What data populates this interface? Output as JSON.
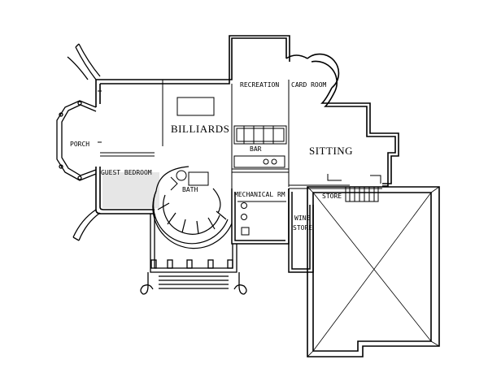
{
  "rooms": {
    "recreation": "RECREATION",
    "card_room": "CARD ROOM",
    "billiards": "BILLIARDS",
    "sitting": "SITTING",
    "bar": "BAR",
    "porch": "PORCH",
    "guest_bedroom": "GUEST BEDROOM",
    "bath": "BATH",
    "mechanical": "MECHANICAL RM",
    "store": "STORE",
    "wine_store_line1": "WINE",
    "wine_store_line2": "STORE"
  }
}
